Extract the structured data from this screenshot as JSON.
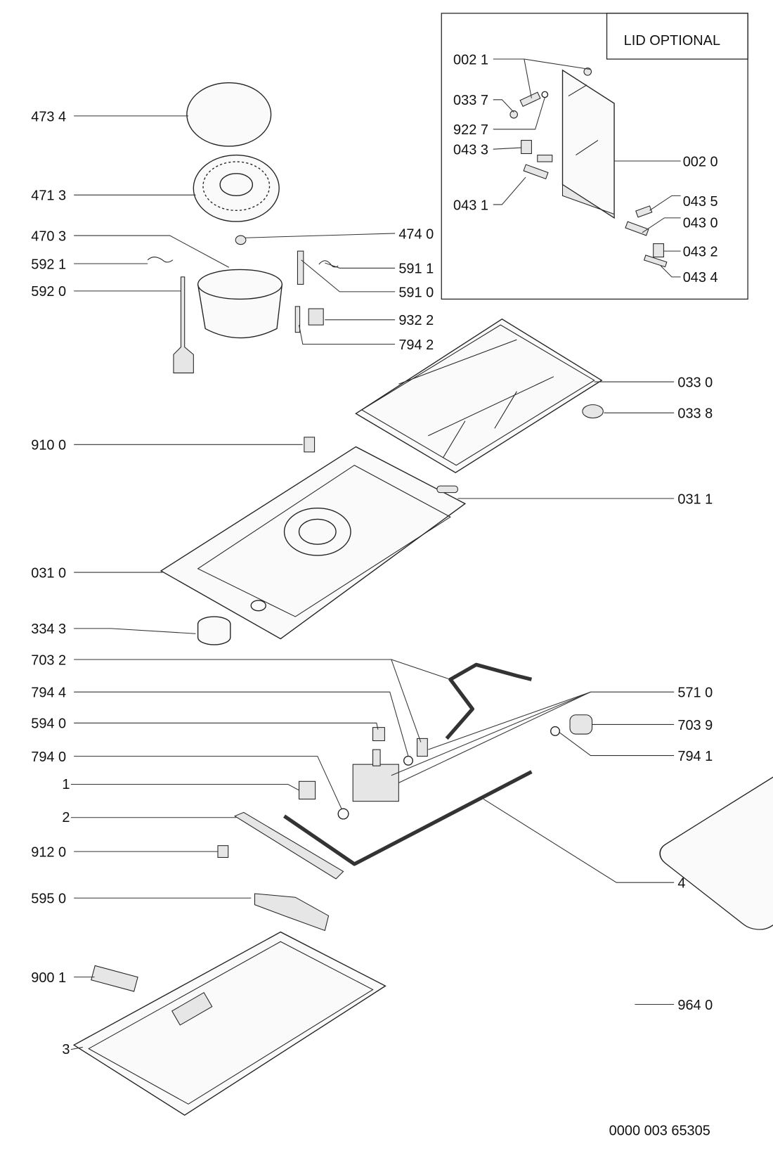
{
  "inset": {
    "title": "LID OPTIONAL"
  },
  "labels": [
    "473 4",
    "471 3",
    "470 3",
    "592 1",
    "592 0",
    "910 0",
    "031 0",
    "334 3",
    "703 2",
    "794 4",
    "594 0",
    "794 0",
    "1",
    "2",
    "912 0",
    "595 0",
    "900 1",
    "3",
    "474 0",
    "591 1",
    "591 0",
    "932 2",
    "794 2",
    "033 0",
    "033 8",
    "031 1",
    "571 0",
    "703 9",
    "794 1",
    "4",
    "964 0"
  ],
  "inset_labels": [
    "002 1",
    "033 7",
    "922 7",
    "043 3",
    "043 1",
    "002 0",
    "043 5",
    "043 0",
    "043 2",
    "043 4"
  ],
  "footer": {
    "drawing_number": "0000 003 65305"
  }
}
